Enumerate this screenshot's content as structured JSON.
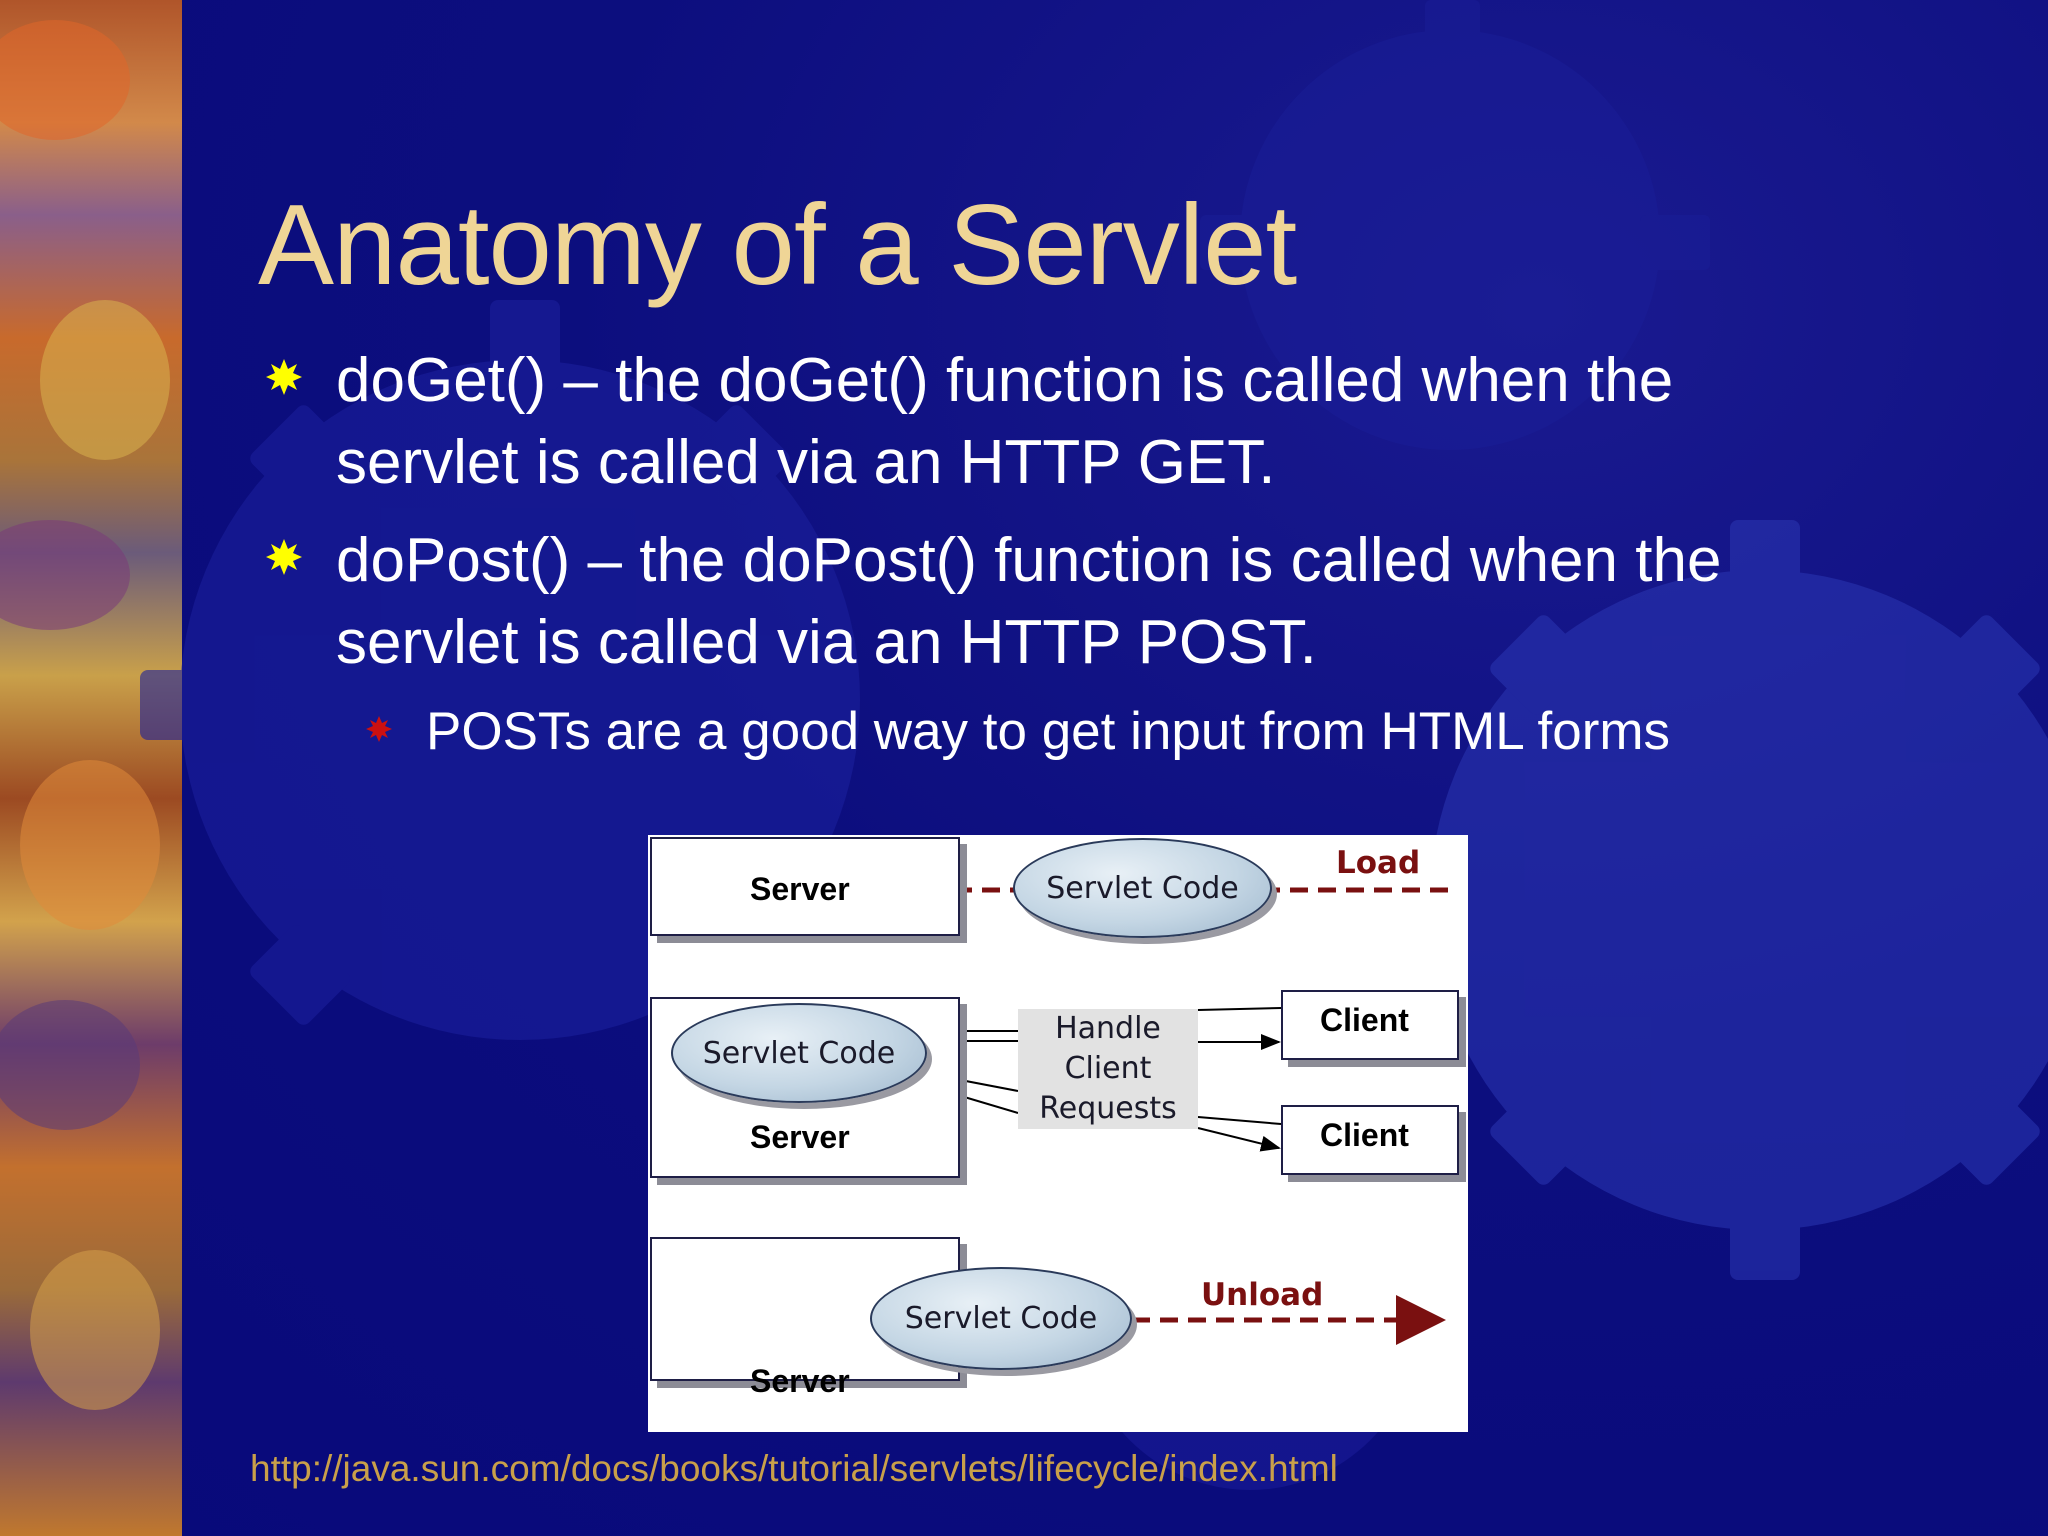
{
  "slide": {
    "title": "Anatomy of a Servlet",
    "bullets": [
      {
        "text": "doGet() – the doGet() function is called when the servlet is called via an HTTP GET."
      },
      {
        "text": "doPost() – the doPost() function is called when the servlet is called via an HTTP POST."
      }
    ],
    "sub_bullets": [
      {
        "text": "POSTs are a good way to get input from HTML forms"
      }
    ],
    "source_url": "http://java.sun.com/docs/books/tutorial/servlets/lifecycle/index.html",
    "colors": {
      "background": "#0a0c78",
      "title": "#efd596",
      "body_text": "#ffffff",
      "bullet_star": "#ffff00",
      "sub_bullet_star": "#cc1010",
      "link": "#c9a04a"
    },
    "icons": {
      "bullet": "yellow-starburst-icon",
      "sub_bullet": "red-starburst-icon"
    }
  },
  "diagram": {
    "load": {
      "server_label": "Server",
      "servlet_label": "Servlet Code",
      "arrow_label": "Load"
    },
    "handle": {
      "servlet_label": "Servlet Code",
      "server_label": "Server",
      "requests_label_lines": [
        "Handle",
        "Client",
        "Requests"
      ],
      "clients": [
        "Client",
        "Client"
      ]
    },
    "unload": {
      "servlet_label": "Servlet Code",
      "arrow_label": "Unload",
      "server_label": "Server"
    }
  }
}
